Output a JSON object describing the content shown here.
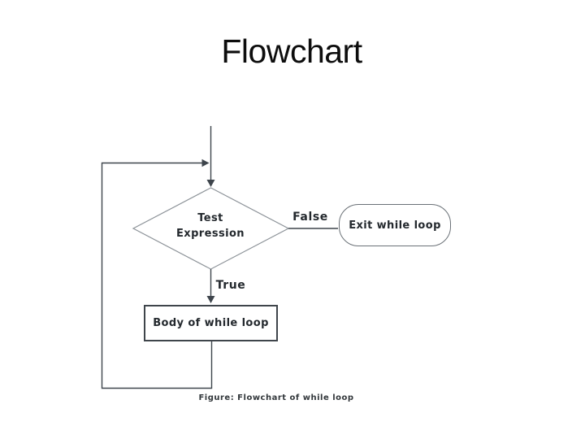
{
  "slide": {
    "title": "Flowchart",
    "caption": "Figure: Flowchart of while loop"
  },
  "flowchart": {
    "decision": {
      "line1": "Test",
      "line2": "Expression"
    },
    "branch_false_label": "False",
    "branch_true_label": "True",
    "process_label": "Body of while loop",
    "terminal_label": "Exit while loop"
  },
  "colors": {
    "line": "#3e454c",
    "diamond_border": "#8d9399",
    "terminal_border": "#6b7177",
    "process_border": "#3f454b",
    "text": "#24292e",
    "title_text": "#0d0d0d",
    "background": "#ffffff"
  }
}
